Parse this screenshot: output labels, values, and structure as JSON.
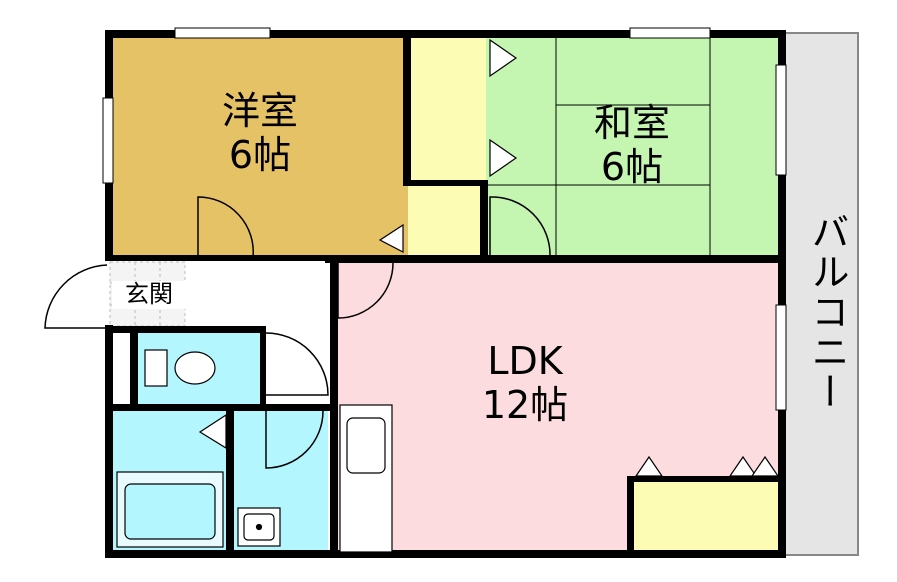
{
  "rooms": {
    "western": {
      "name": "洋室",
      "size": "6帖"
    },
    "japanese": {
      "name": "和室",
      "size": "6帖"
    },
    "ldk": {
      "name": "LDK",
      "size": "12帖"
    },
    "entrance": {
      "name": "玄関"
    },
    "balcony": {
      "name": "バルコニー"
    }
  },
  "colors": {
    "western": "#E6C266",
    "japanese": "#C4F6B2",
    "ldk": "#FCDCDE",
    "storage": "#FDFCB4",
    "water": "#B3F6FE",
    "balcony": "#E5E5E5",
    "wall": "#000000"
  }
}
